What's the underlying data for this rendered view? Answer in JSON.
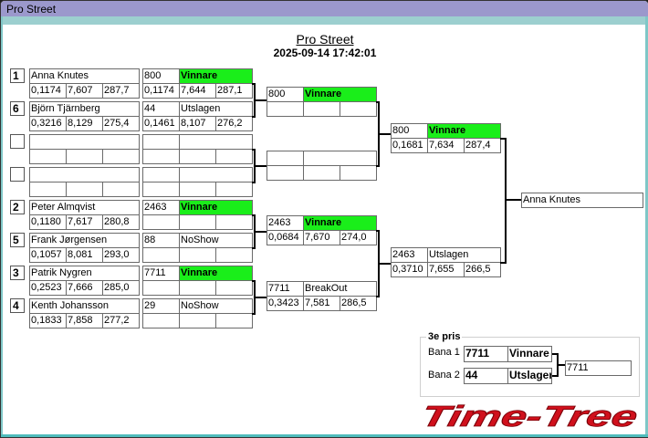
{
  "window": {
    "title": "Pro Street"
  },
  "header": {
    "title": "Pro Street",
    "datetime": "2025-09-14 17:42:01"
  },
  "round1": [
    {
      "seed": "1",
      "name": "Anna Knutes",
      "rt": "0,1174",
      "et": "7,607",
      "speed": "287,7"
    },
    {
      "seed": "6",
      "name": "Björn  Tjärnberg",
      "rt": "0,3216",
      "et": "8,129",
      "speed": "275,4"
    },
    {
      "seed": "",
      "name": "",
      "rt": "",
      "et": "",
      "speed": ""
    },
    {
      "seed": "",
      "name": "",
      "rt": "",
      "et": "",
      "speed": ""
    },
    {
      "seed": "2",
      "name": "Peter Almqvist",
      "rt": "0,1180",
      "et": "7,617",
      "speed": "280,8"
    },
    {
      "seed": "5",
      "name": "Frank  Jørgensen",
      "rt": "0,1057",
      "et": "8,081",
      "speed": "293,0"
    },
    {
      "seed": "3",
      "name": "Patrik Nygren",
      "rt": "0,2523",
      "et": "7,666",
      "speed": "285,0"
    },
    {
      "seed": "4",
      "name": "Kenth Johansson",
      "rt": "0,1833",
      "et": "7,858",
      "speed": "277,2"
    }
  ],
  "round2": [
    {
      "number": "800",
      "result": "Vinnare",
      "rt": "0,1174",
      "et": "7,644",
      "speed": "287,1",
      "winner": true
    },
    {
      "number": "44",
      "result": "Utslagen",
      "rt": "0,1461",
      "et": "8,107",
      "speed": "276,2",
      "winner": false
    },
    {
      "number": "",
      "result": "",
      "rt": "",
      "et": "",
      "speed": "",
      "winner": false
    },
    {
      "number": "",
      "result": "",
      "rt": "",
      "et": "",
      "speed": "",
      "winner": false
    },
    {
      "number": "2463",
      "result": "Vinnare",
      "rt": "",
      "et": "",
      "speed": "",
      "winner": true
    },
    {
      "number": "88",
      "result": "NoShow",
      "rt": "",
      "et": "",
      "speed": "",
      "winner": false
    },
    {
      "number": "7711",
      "result": "Vinnare",
      "rt": "",
      "et": "",
      "speed": "",
      "winner": true
    },
    {
      "number": "29",
      "result": "NoShow",
      "rt": "",
      "et": "",
      "speed": "",
      "winner": false
    }
  ],
  "round3": [
    {
      "number": "800",
      "result": "Vinnare",
      "rt": "",
      "et": "",
      "speed": "",
      "winner": true
    },
    {
      "number": "",
      "result": "",
      "rt": "",
      "et": "",
      "speed": "",
      "winner": false
    },
    {
      "number": "2463",
      "result": "Vinnare",
      "rt": "0,0684",
      "et": "7,670",
      "speed": "274,0",
      "winner": true
    },
    {
      "number": "7711",
      "result": "BreakOut",
      "rt": "0,3423",
      "et": "7,581",
      "speed": "286,5",
      "winner": false
    }
  ],
  "round4": [
    {
      "number": "800",
      "result": "Vinnare",
      "rt": "0,1681",
      "et": "7,634",
      "speed": "287,4",
      "winner": true
    },
    {
      "number": "2463",
      "result": "Utslagen",
      "rt": "0,3710",
      "et": "7,655",
      "speed": "266,5",
      "winner": false
    }
  ],
  "champion": "Anna Knutes",
  "third_place": {
    "legend": "3e pris",
    "lanes": [
      {
        "label": "Bana 1",
        "number": "7711",
        "result": "Vinnare"
      },
      {
        "label": "Bana 2",
        "number": "44",
        "result": "Utslagen"
      }
    ],
    "winner": "7711"
  },
  "logo": {
    "text": "Time-Tree",
    "color": "#d0101c"
  },
  "colors": {
    "winner_bg": "#1aee1a",
    "titlebar": "#9b98cc"
  }
}
